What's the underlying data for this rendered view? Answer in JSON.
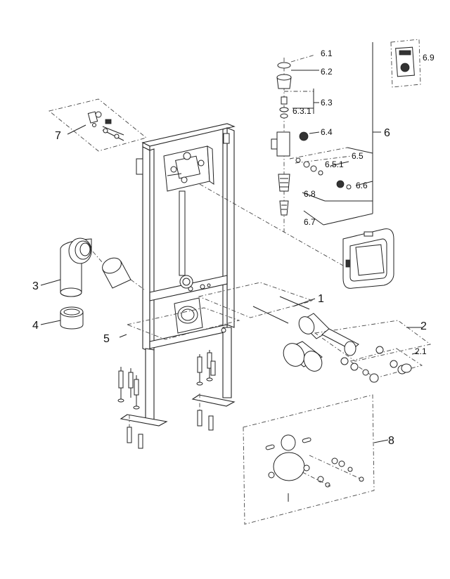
{
  "diagram": {
    "labels": {
      "l1": "1",
      "l2": "2",
      "l2_1": "2.1",
      "l3": "3",
      "l4": "4",
      "l5": "5",
      "l6": "6",
      "l6_1": "6.1",
      "l6_2": "6.2",
      "l6_3": "6.3",
      "l6_3_1": "6.3.1",
      "l6_4": "6.4",
      "l6_5": "6.5",
      "l6_5_1": "6.5.1",
      "l6_6": "6.6",
      "l6_7": "6.7",
      "l6_8": "6.8",
      "l6_9": "6.9",
      "l7": "7",
      "l8": "8"
    }
  }
}
